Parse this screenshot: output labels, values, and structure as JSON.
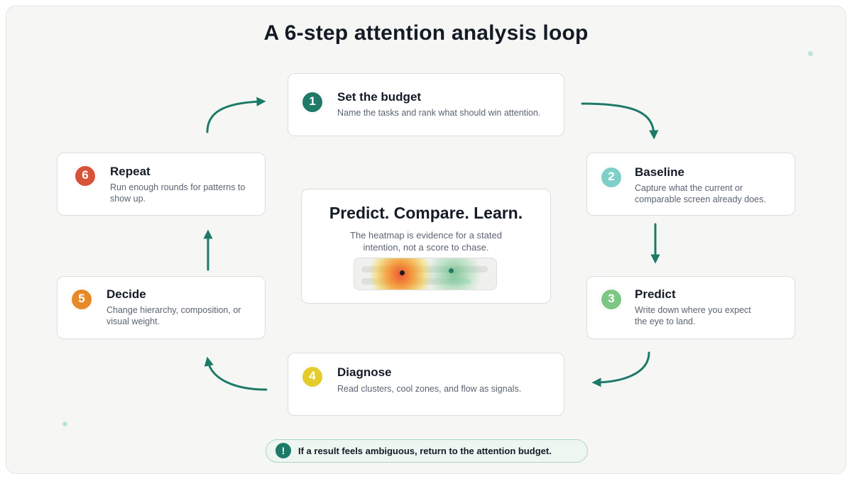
{
  "title": "A 6-step attention analysis loop",
  "colors": {
    "arrow": "#1d7a68",
    "step1": "#1f7a68",
    "step2": "#7fcfc9",
    "step3": "#7cc784",
    "step4": "#e3cc2c",
    "step5": "#e68a28",
    "step6": "#d8533a"
  },
  "steps": [
    {
      "number": "1",
      "title": "Set the budget",
      "description": "Name the tasks and rank what should win attention."
    },
    {
      "number": "2",
      "title": "Baseline",
      "description": "Capture what the current or comparable screen already does."
    },
    {
      "number": "3",
      "title": "Predict",
      "description": "Write down where you expect the eye to land."
    },
    {
      "number": "4",
      "title": "Diagnose",
      "description": "Read clusters, cool zones, and flow as signals."
    },
    {
      "number": "5",
      "title": "Decide",
      "description": "Change hierarchy, composition, or visual weight."
    },
    {
      "number": "6",
      "title": "Repeat",
      "description": "Run enough rounds for patterns to show up."
    }
  ],
  "center": {
    "title": "Predict. Compare. Learn.",
    "description": "The heatmap is evidence for a stated intention, not a score to chase."
  },
  "note": {
    "icon": "exclamation-icon",
    "icon_glyph": "!",
    "text": "If a result feels ambiguous, return to the attention budget."
  }
}
